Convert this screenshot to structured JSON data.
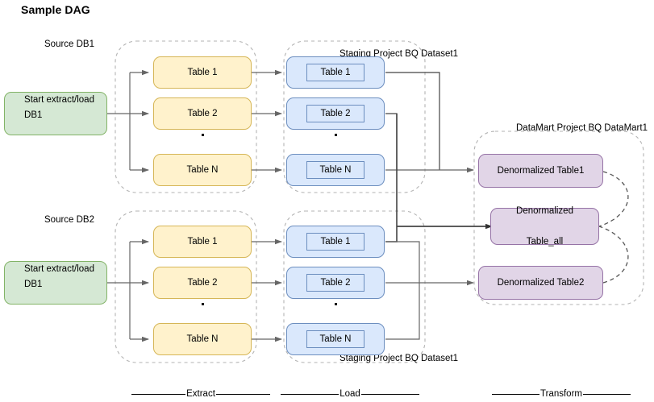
{
  "title": "Sample DAG",
  "colors": {
    "source_fill": "#d5e8d4",
    "source_stroke": "#82b366",
    "extract_fill": "#fff2cc",
    "extract_stroke": "#d6b656",
    "load_fill": "#dae8fc",
    "load_stroke": "#6c8ebf",
    "transform_fill": "#e1d5e7",
    "transform_stroke": "#9673a6",
    "edge": "#666666",
    "container_stroke": "#b3b3b3"
  },
  "group_labels": {
    "source_db1": "Source DB1",
    "source_db2": "Source DB2",
    "staging_top": "Staging Project\nBQ Dataset1",
    "staging_bottom": "Staging Project\nBQ Dataset1",
    "datamart": "DataMart Project\nBQ DataMart1"
  },
  "sources": [
    {
      "id": "start-db1",
      "label": "Start extract/load\nDB1"
    },
    {
      "id": "start-db2",
      "label": "Start extract/load\nDB1"
    }
  ],
  "extract": {
    "top": [
      "Table 1",
      "Table 2",
      "Table N"
    ],
    "bottom": [
      "Table 1",
      "Table 2",
      "Table N"
    ]
  },
  "load": {
    "top": [
      "Table 1",
      "Table 2",
      "Table N"
    ],
    "bottom": [
      "Table 1",
      "Table 2",
      "Table N"
    ]
  },
  "transform": [
    {
      "id": "denorm-table1",
      "label": "Denormalized Table1"
    },
    {
      "id": "denorm-table-all",
      "label": "Denormalized\n\nTable_all"
    },
    {
      "id": "denorm-table2",
      "label": "Denormalized Table2"
    }
  ],
  "phases": [
    {
      "id": "extract",
      "label": "Extract"
    },
    {
      "id": "load",
      "label": "Load"
    },
    {
      "id": "transform",
      "label": "Transform"
    }
  ]
}
